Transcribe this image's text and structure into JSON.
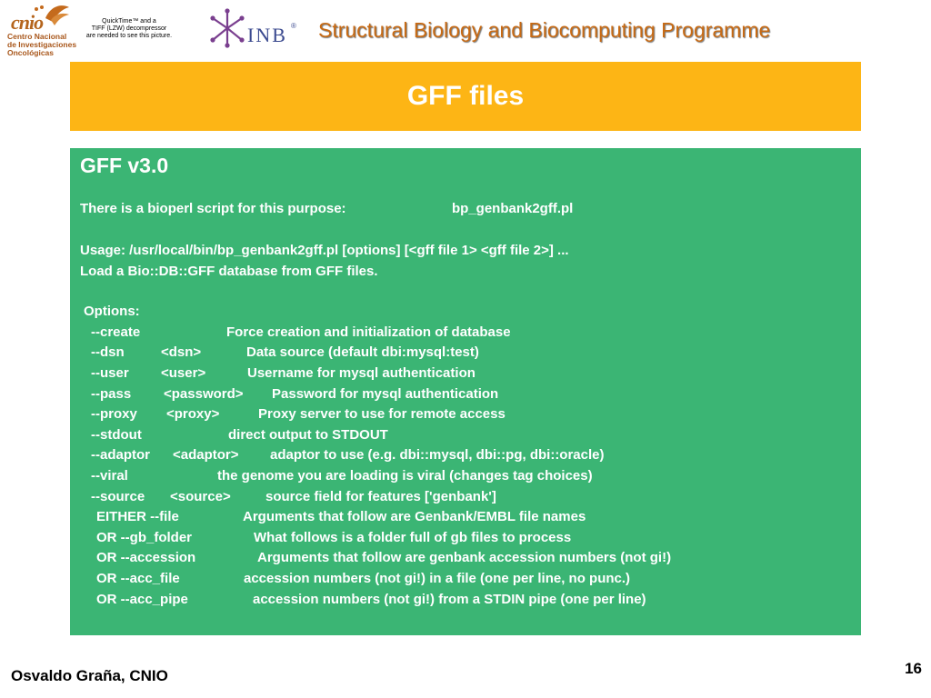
{
  "header": {
    "cnio_logo_text": "cnio",
    "cnio_subtitle": [
      "Centro Nacional",
      "de Investigaciones",
      "Oncológicas"
    ],
    "quicktime_notice": [
      "QuickTime™ and a",
      "TIFF (LZW) decompressor",
      "are needed to see this picture."
    ],
    "inb_logo_text": "INB",
    "inb_registered": "®",
    "programme_title": "Structural Biology and Biocomputing Programme"
  },
  "slide": {
    "title": "GFF files"
  },
  "content": {
    "heading": "GFF v3.0",
    "intro_label": "There is a bioperl script for this purpose:",
    "intro_script": "bp_genbank2gff.pl",
    "usage": "Usage: /usr/local/bin/bp_genbank2gff.pl [options] [<gff file 1> <gff file 2>] ...",
    "description": "Load a Bio::DB::GFF database from GFF files.",
    "options_label": "Options:",
    "options": [
      {
        "flag": "--create",
        "arg": "",
        "desc": "Force creation and initialization of database"
      },
      {
        "flag": "--dsn",
        "arg": "<dsn>",
        "desc": "Data source (default dbi:mysql:test)"
      },
      {
        "flag": "--user",
        "arg": "<user>",
        "desc": "Username for mysql authentication"
      },
      {
        "flag": "--pass",
        "arg": "<password>",
        "desc": "Password for mysql authentication"
      },
      {
        "flag": "--proxy",
        "arg": "<proxy>",
        "desc": "Proxy server to use for remote access"
      },
      {
        "flag": "--stdout",
        "arg": "",
        "desc": "direct output to STDOUT"
      },
      {
        "flag": "--adaptor",
        "arg": "<adaptor>",
        "desc": "adaptor to use (e.g. dbi::mysql, dbi::pg, dbi::oracle)"
      },
      {
        "flag": "--viral",
        "arg": "",
        "desc": "the genome you are loading is viral (changes tag choices)"
      },
      {
        "flag": "--source",
        "arg": "<source>",
        "desc": "source field for features ['genbank']"
      }
    ],
    "sub_options": [
      {
        "flag": "EITHER --file",
        "desc": "Arguments that follow are Genbank/EMBL file names"
      },
      {
        "flag": "OR --gb_folder",
        "desc": "What follows is a folder full of gb files to process"
      },
      {
        "flag": "OR --accession",
        "desc": "Arguments that follow are genbank accession numbers (not gi!)"
      },
      {
        "flag": "OR --acc_file",
        "desc": "accession numbers (not gi!) in a file (one per line, no punc.)"
      },
      {
        "flag": "OR --acc_pipe",
        "desc": "accession numbers (not gi!) from a STDIN pipe (one per line)"
      }
    ]
  },
  "footer": {
    "author": "Osvaldo Graña, CNIO",
    "page_number": "16"
  }
}
